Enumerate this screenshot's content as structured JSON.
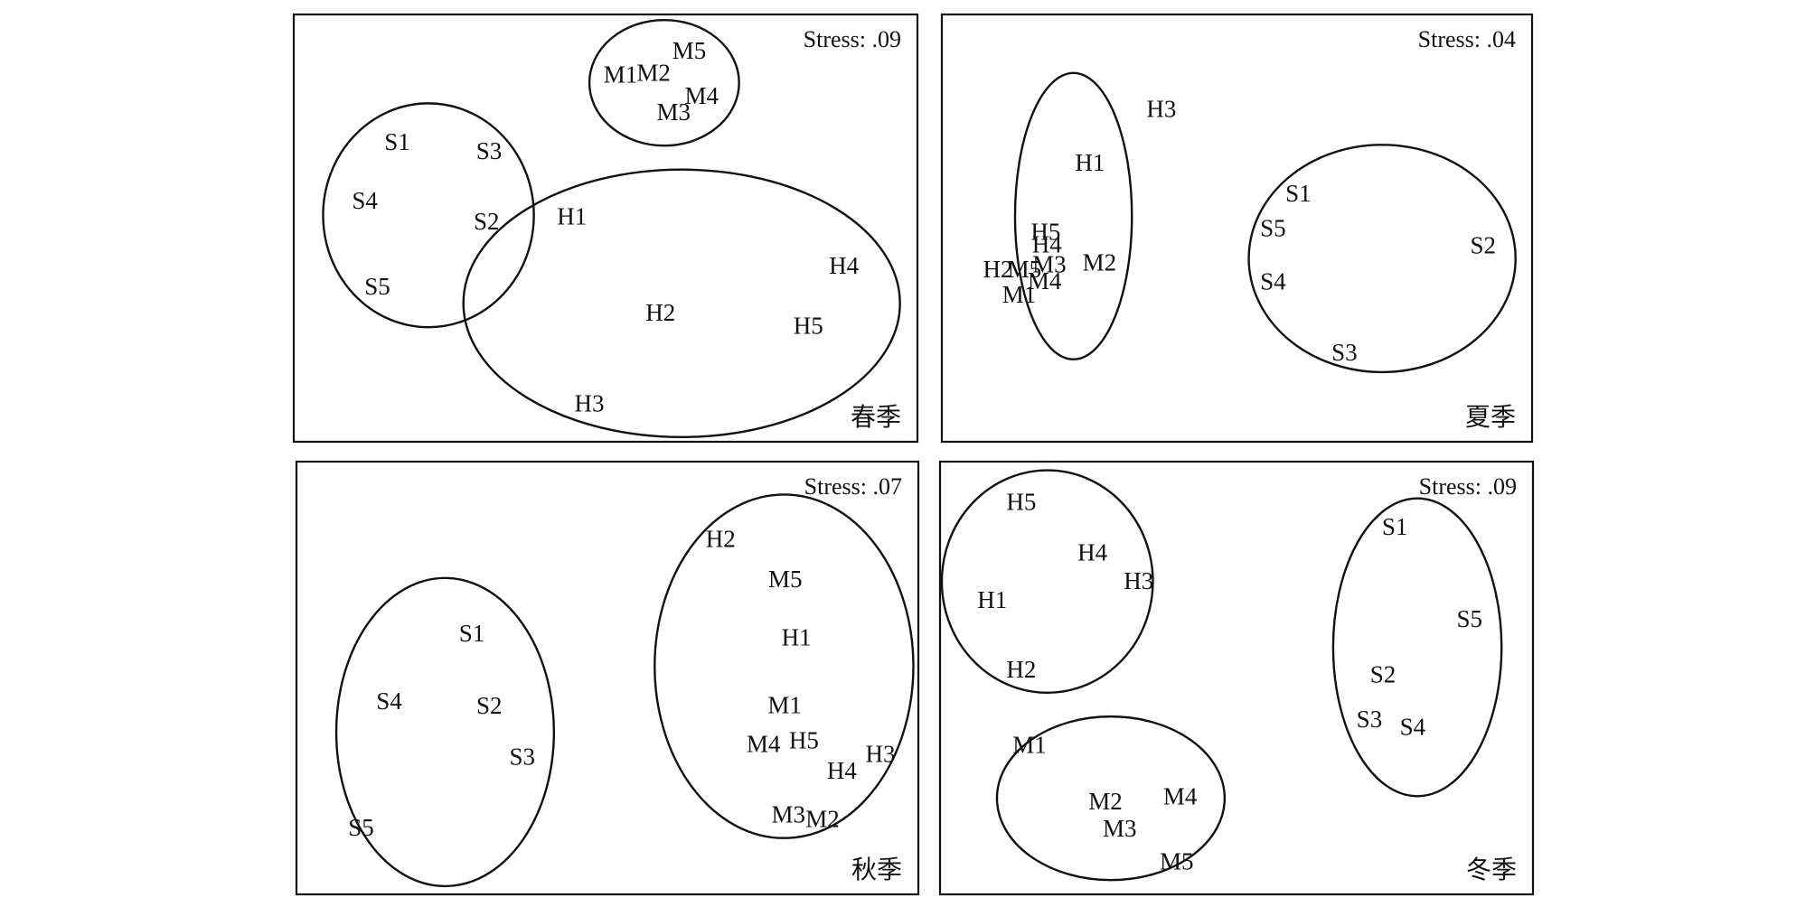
{
  "chart_data": [
    {
      "type": "scatter",
      "stress": "Stress: .09",
      "season": "春季",
      "xlim": [
        0,
        100
      ],
      "ylim": [
        0,
        100
      ],
      "points": [
        {
          "label": "M5",
          "x": 63.4,
          "y": 91.5
        },
        {
          "label": "M1",
          "x": 52.4,
          "y": 85.9
        },
        {
          "label": "M2",
          "x": 57.7,
          "y": 86.4
        },
        {
          "label": "M4",
          "x": 65.4,
          "y": 81.0
        },
        {
          "label": "M3",
          "x": 60.9,
          "y": 77.2
        },
        {
          "label": "S1",
          "x": 16.6,
          "y": 70.2
        },
        {
          "label": "S3",
          "x": 31.3,
          "y": 68.1
        },
        {
          "label": "S4",
          "x": 11.4,
          "y": 56.5
        },
        {
          "label": "S2",
          "x": 30.9,
          "y": 51.6
        },
        {
          "label": "H1",
          "x": 44.6,
          "y": 52.7
        },
        {
          "label": "H4",
          "x": 88.2,
          "y": 41.2
        },
        {
          "label": "S5",
          "x": 13.4,
          "y": 36.4
        },
        {
          "label": "H2",
          "x": 58.8,
          "y": 30.2
        },
        {
          "label": "H5",
          "x": 82.5,
          "y": 27.2
        },
        {
          "label": "H3",
          "x": 47.4,
          "y": 9.0
        }
      ],
      "clusters": [
        {
          "cx": 59.4,
          "cy": 84.0,
          "rx": 12.0,
          "ry": 14.7
        },
        {
          "cx": 21.6,
          "cy": 53.0,
          "rx": 16.9,
          "ry": 26.2
        },
        {
          "cx": 62.2,
          "cy": 32.4,
          "rx": 35.0,
          "ry": 31.3
        }
      ]
    },
    {
      "type": "scatter",
      "stress": "Stress: .04",
      "season": "夏季",
      "xlim": [
        0,
        100
      ],
      "ylim": [
        0,
        100
      ],
      "points": [
        {
          "label": "H3",
          "x": 37.2,
          "y": 77.9
        },
        {
          "label": "H1",
          "x": 25.1,
          "y": 65.3
        },
        {
          "label": "S1",
          "x": 60.4,
          "y": 58.1
        },
        {
          "label": "H5",
          "x": 17.6,
          "y": 49.2
        },
        {
          "label": "S5",
          "x": 56.1,
          "y": 50.0
        },
        {
          "label": "H4",
          "x": 17.8,
          "y": 46.2
        },
        {
          "label": "S2",
          "x": 91.7,
          "y": 46.0
        },
        {
          "label": "M3",
          "x": 18.2,
          "y": 41.5
        },
        {
          "label": "M2",
          "x": 26.7,
          "y": 42.0
        },
        {
          "label": "H2",
          "x": 9.5,
          "y": 40.4
        },
        {
          "label": "M5",
          "x": 14.0,
          "y": 40.4
        },
        {
          "label": "M4",
          "x": 17.4,
          "y": 37.6
        },
        {
          "label": "S4",
          "x": 56.1,
          "y": 37.5
        },
        {
          "label": "M1",
          "x": 13.1,
          "y": 34.5
        },
        {
          "label": "S3",
          "x": 68.2,
          "y": 20.9
        }
      ],
      "clusters": [
        {
          "cx": 22.3,
          "cy": 52.8,
          "rx": 9.9,
          "ry": 33.5
        },
        {
          "cx": 74.6,
          "cy": 42.9,
          "rx": 22.6,
          "ry": 26.6
        }
      ]
    },
    {
      "type": "scatter",
      "stress": "Stress: .07",
      "season": "秋季",
      "xlim": [
        0,
        100
      ],
      "ylim": [
        0,
        100
      ],
      "points": [
        {
          "label": "H2",
          "x": 68.2,
          "y": 82.2
        },
        {
          "label": "M5",
          "x": 78.6,
          "y": 72.9
        },
        {
          "label": "S1",
          "x": 28.2,
          "y": 60.3
        },
        {
          "label": "H1",
          "x": 80.4,
          "y": 59.4
        },
        {
          "label": "S4",
          "x": 14.9,
          "y": 44.7
        },
        {
          "label": "S2",
          "x": 31.0,
          "y": 43.6
        },
        {
          "label": "M1",
          "x": 78.5,
          "y": 43.7
        },
        {
          "label": "M4",
          "x": 75.1,
          "y": 34.8
        },
        {
          "label": "H5",
          "x": 81.6,
          "y": 35.6
        },
        {
          "label": "H3",
          "x": 93.9,
          "y": 32.5
        },
        {
          "label": "S3",
          "x": 36.3,
          "y": 31.8
        },
        {
          "label": "H4",
          "x": 87.7,
          "y": 28.6
        },
        {
          "label": "M3",
          "x": 79.1,
          "y": 18.5
        },
        {
          "label": "M2",
          "x": 84.6,
          "y": 17.4
        },
        {
          "label": "S5",
          "x": 10.4,
          "y": 15.5
        }
      ],
      "clusters": [
        {
          "cx": 78.4,
          "cy": 52.7,
          "rx": 20.8,
          "ry": 39.7
        },
        {
          "cx": 23.9,
          "cy": 37.5,
          "rx": 17.5,
          "ry": 35.6
        }
      ]
    },
    {
      "type": "scatter",
      "stress": "Stress: .09",
      "season": "冬季",
      "xlim": [
        0,
        100
      ],
      "ylim": [
        0,
        100
      ],
      "points": [
        {
          "label": "S1",
          "x": 76.7,
          "y": 85.0
        },
        {
          "label": "H5",
          "x": 13.7,
          "y": 90.7
        },
        {
          "label": "H4",
          "x": 25.7,
          "y": 79.0
        },
        {
          "label": "H3",
          "x": 33.5,
          "y": 72.4
        },
        {
          "label": "S5",
          "x": 89.3,
          "y": 63.7
        },
        {
          "label": "H1",
          "x": 8.8,
          "y": 68.1
        },
        {
          "label": "S2",
          "x": 74.7,
          "y": 50.8
        },
        {
          "label": "H2",
          "x": 13.7,
          "y": 52.0
        },
        {
          "label": "S3",
          "x": 72.4,
          "y": 40.5
        },
        {
          "label": "S4",
          "x": 79.7,
          "y": 38.7
        },
        {
          "label": "M1",
          "x": 15.1,
          "y": 34.6
        },
        {
          "label": "M4",
          "x": 40.5,
          "y": 22.6
        },
        {
          "label": "M2",
          "x": 27.9,
          "y": 21.5
        },
        {
          "label": "M3",
          "x": 30.3,
          "y": 15.2
        },
        {
          "label": "M5",
          "x": 39.9,
          "y": 7.6
        }
      ],
      "clusters": [
        {
          "cx": 18.1,
          "cy": 72.3,
          "rx": 17.8,
          "ry": 25.7
        },
        {
          "cx": 80.5,
          "cy": 57.1,
          "rx": 14.2,
          "ry": 34.4
        },
        {
          "cx": 28.8,
          "cy": 22.2,
          "rx": 19.2,
          "ry": 18.9
        }
      ]
    }
  ]
}
